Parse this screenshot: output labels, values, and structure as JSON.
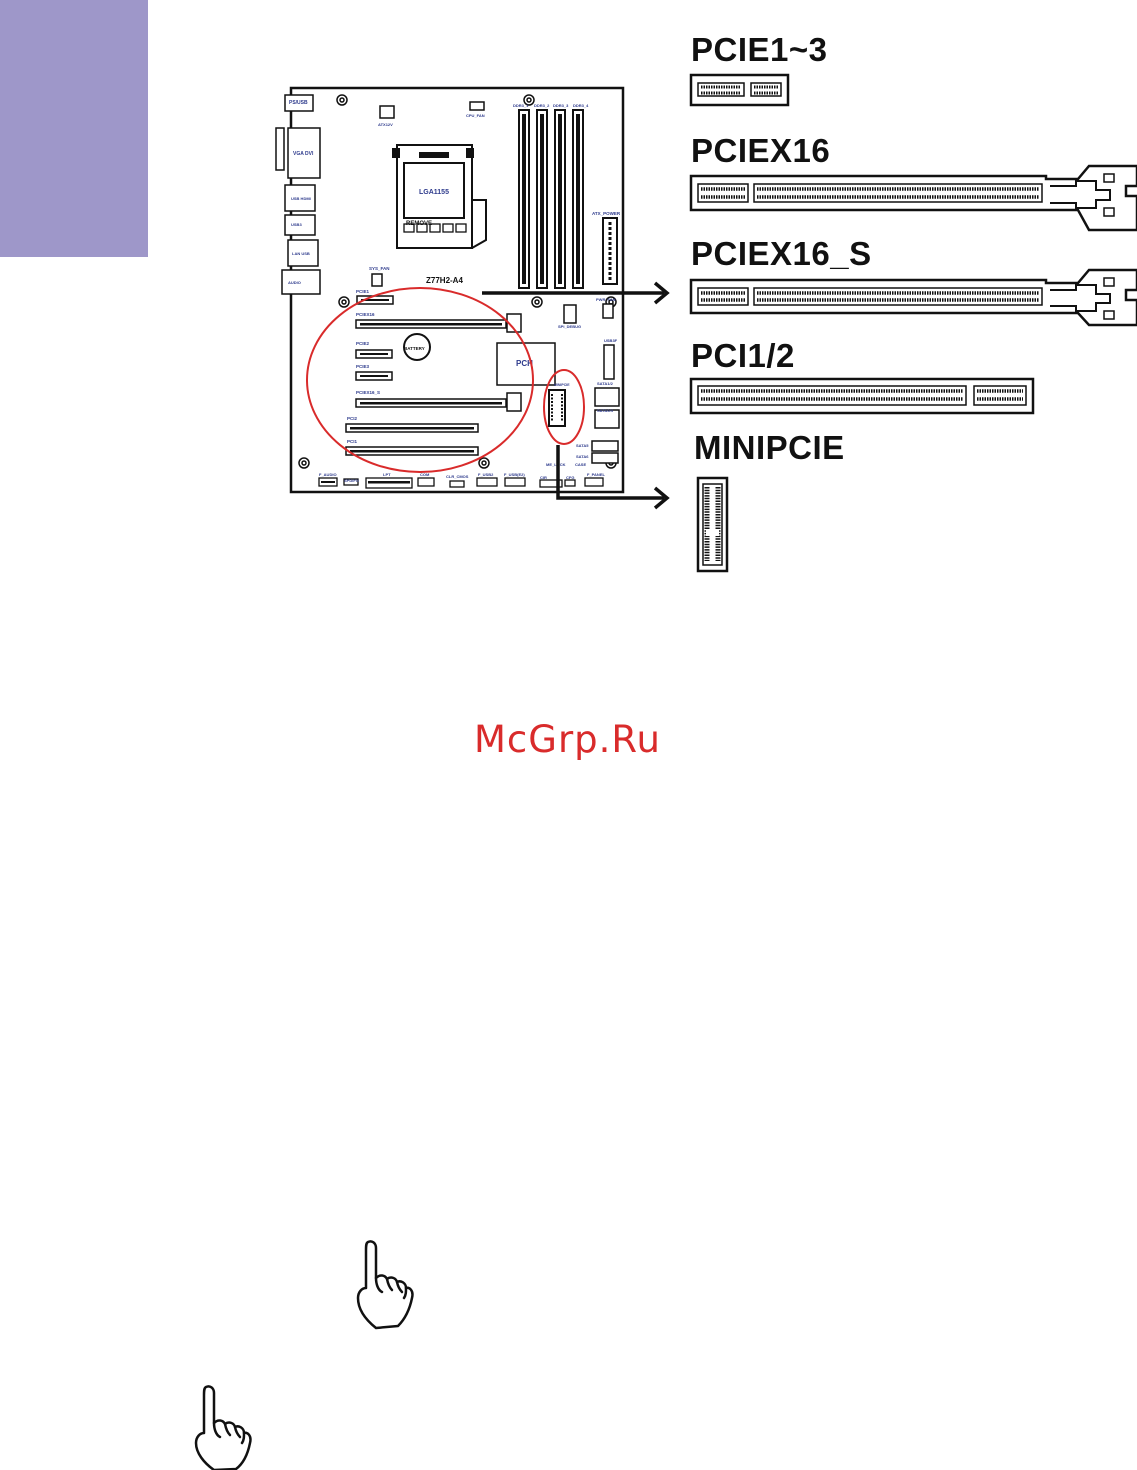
{
  "page": {
    "side_tab_color": "#9e97c9",
    "watermark": "McGrp.Ru",
    "accent_red": "#d92b2b"
  },
  "slots": {
    "pcie1_3": "PCIE1~3",
    "pciex16": "PCIEX16",
    "pciex16_s": "PCIEX16_S",
    "pci1_2": "PCI1/2",
    "minipcie": "MINIPCIE"
  },
  "board": {
    "model": "Z77H2-A4",
    "cpu_socket": "LGA1155",
    "remove": "REMOVE",
    "pch": "PCH",
    "battery": "BATTERY",
    "labels": {
      "ps2kb": "PS/USB",
      "vga_dvi": "VGA DVI",
      "usb_hdmi": "USB HDMI",
      "usb3": "USB3",
      "lan_usb": "LAN USB",
      "audio": "AUDIO",
      "atx12v": "ATX12V",
      "cpu_fan": "CPU_FAN",
      "ddr3_1": "DDR3_1",
      "ddr3_2": "DDR3_2",
      "ddr3_3": "DDR3_3",
      "ddr3_4": "DDR3_4",
      "atx_power": "ATX_POWER",
      "sys_fan": "SYS_FAN",
      "pwr_fan": "PWR_FAN",
      "spi_debug": "SPI_DEBUG",
      "usb3f": "USB3F",
      "sata1_2": "SATA1/2",
      "sata3_4": "SATA3/4",
      "sata5": "SATA5",
      "sata6": "SATA6",
      "minipcie_small": "MINIPCIE",
      "pcie1": "PCIE1",
      "pciex16": "PCIEX16",
      "pcie2": "PCIE2",
      "pcie3": "PCIE3",
      "pciex16_s": "PCIEX16_S",
      "pci2": "PCI2",
      "pci1": "PCI1",
      "f_audio": "F_AUDIO",
      "spdifo": "SPDIFO",
      "lpt": "LPT",
      "com": "COM",
      "clr_cmos": "CLR_CMOS",
      "f_usb2": "F_USB2",
      "f_usb_e2": "F_USB(E2)",
      "cir": "CIR",
      "me_lock": "ME_LOCK",
      "case": "CASE",
      "cfg": "CFG",
      "f_panel": "F_PANEL"
    }
  },
  "icons": {
    "note_hand_1": "pointing-hand-icon",
    "note_hand_2": "pointing-hand-icon"
  }
}
